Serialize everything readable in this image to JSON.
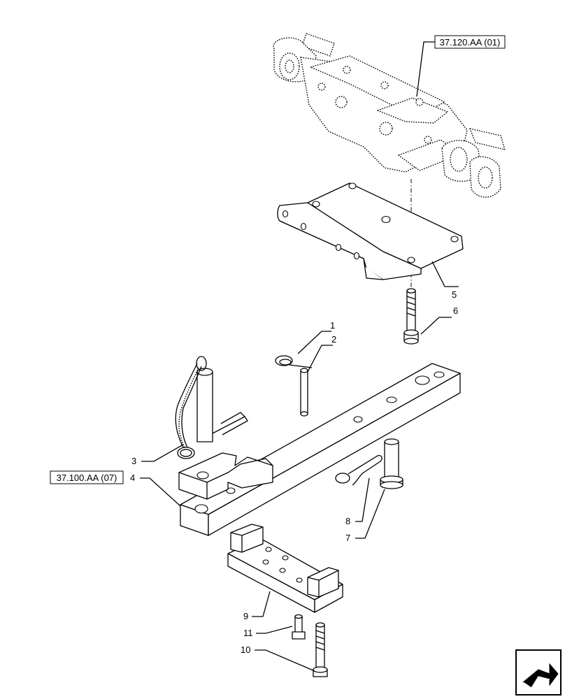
{
  "references": {
    "axle_ref": "37.120.AA (01)",
    "drawbar_ref": "37.100.AA (07)"
  },
  "callouts": {
    "c1": "1",
    "c2": "2",
    "c3": "3",
    "c4": "4",
    "c5": "5",
    "c6": "6",
    "c7": "7",
    "c8": "8",
    "c9": "9",
    "c10": "10",
    "c11": "11"
  },
  "nav_icon": "next-page-arrow-icon"
}
